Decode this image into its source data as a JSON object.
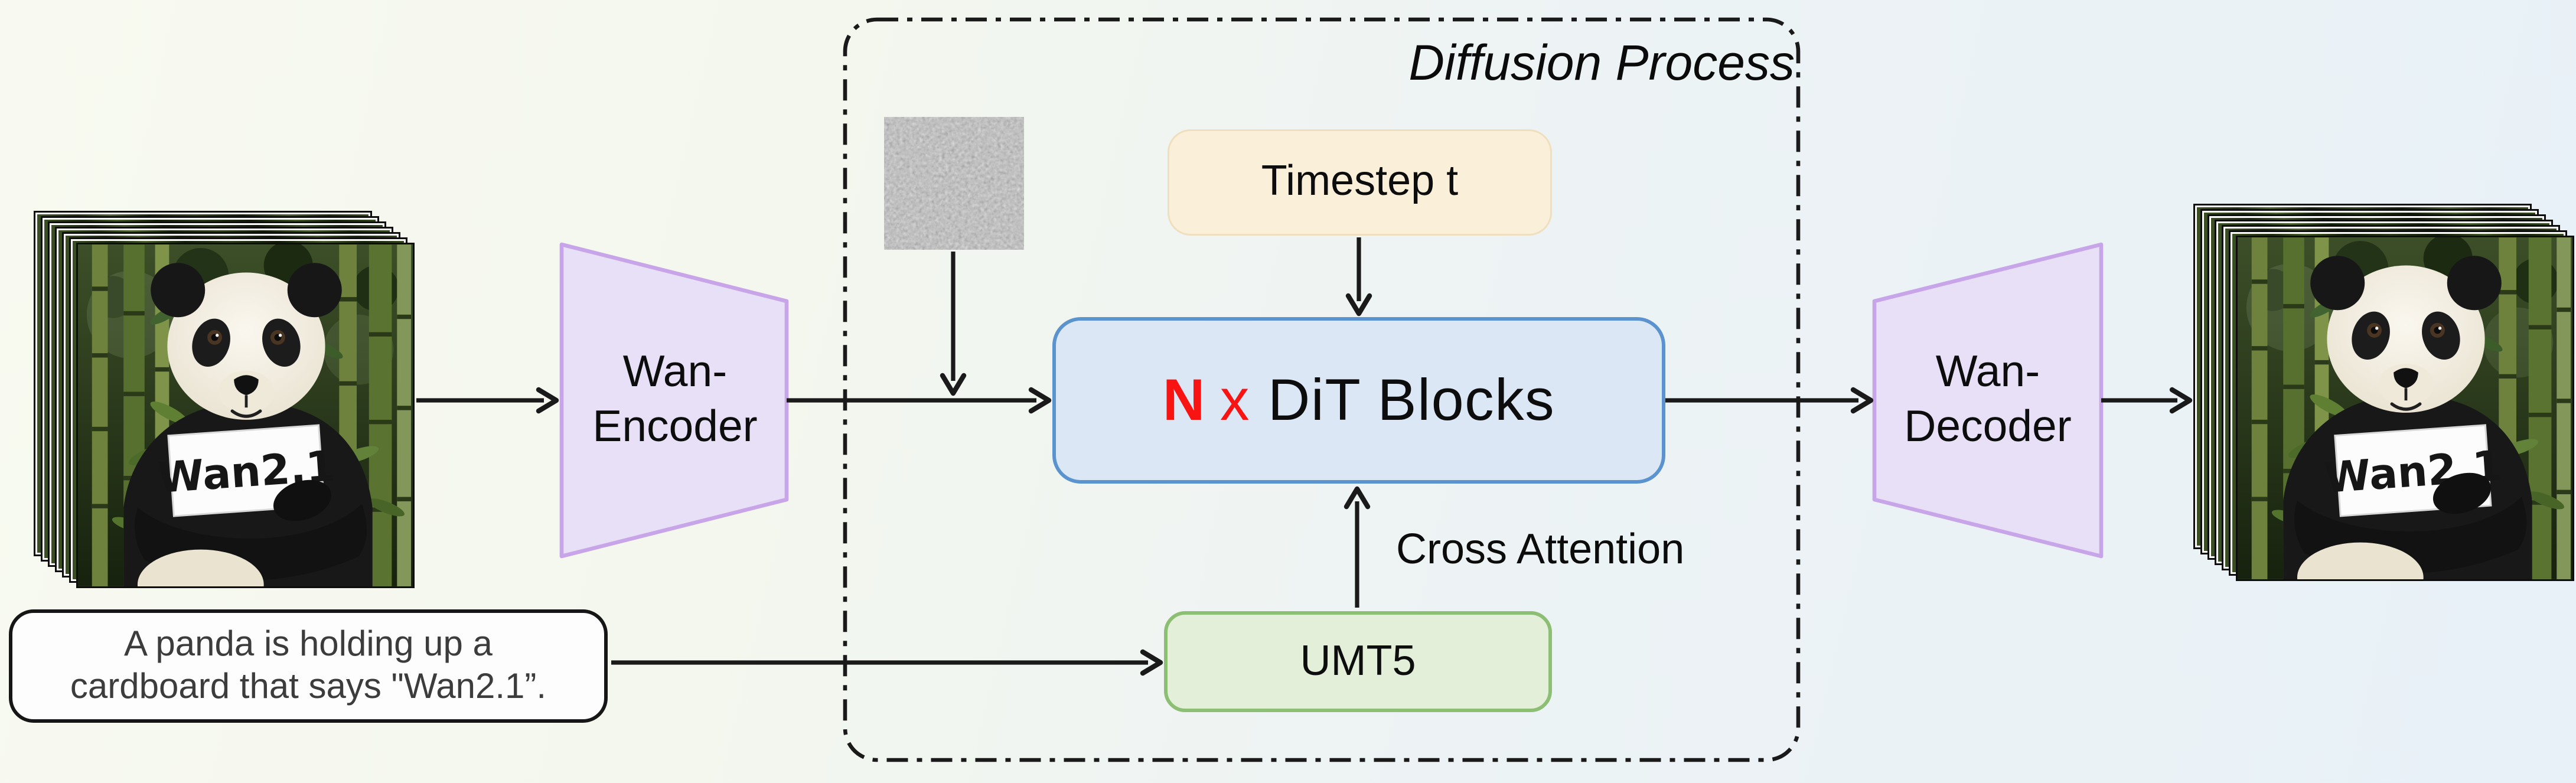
{
  "diagram": {
    "title": "Diffusion Process",
    "encoder": {
      "line1": "Wan-",
      "line2": "Encoder"
    },
    "decoder": {
      "line1": "Wan-",
      "line2": "Decoder"
    },
    "timestep": {
      "label": "Timestep t"
    },
    "dit": {
      "n": "N",
      "times": "x",
      "label": "DiT Blocks"
    },
    "umt5": {
      "label": "UMT5"
    },
    "cross_attention_label": "Cross Attention",
    "prompt": {
      "line1": "A panda is holding up a",
      "line2": "cardboard that says \"Wan2.1”."
    },
    "video": {
      "sign_text": "Wan2.1",
      "frame_count": 7
    },
    "colors": {
      "trapezoid_fill": "#e8e0f7",
      "trapezoid_border": "#c8a5e8",
      "timestep_fill": "#faf0da",
      "dit_fill": "#dce7f6",
      "dit_border": "#5b93cf",
      "dit_n_red": "#f91414",
      "umt5_fill": "#e3efd9",
      "umt5_border": "#8cbe74",
      "line_color": "#1a1a1a",
      "background_left": "#f8faf1",
      "background_right": "#e8f1f8"
    }
  }
}
